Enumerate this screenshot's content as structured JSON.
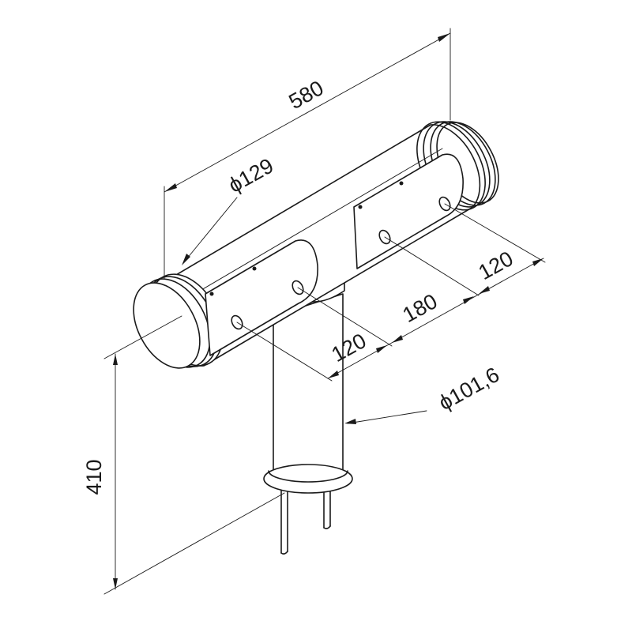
{
  "dimensions": {
    "overall_length": "580",
    "tube_diameter": "ϕ129",
    "post_diameter": "ϕ101,6",
    "height": "410",
    "spacing_left": "120",
    "spacing_middle": "180",
    "spacing_right": "120"
  }
}
